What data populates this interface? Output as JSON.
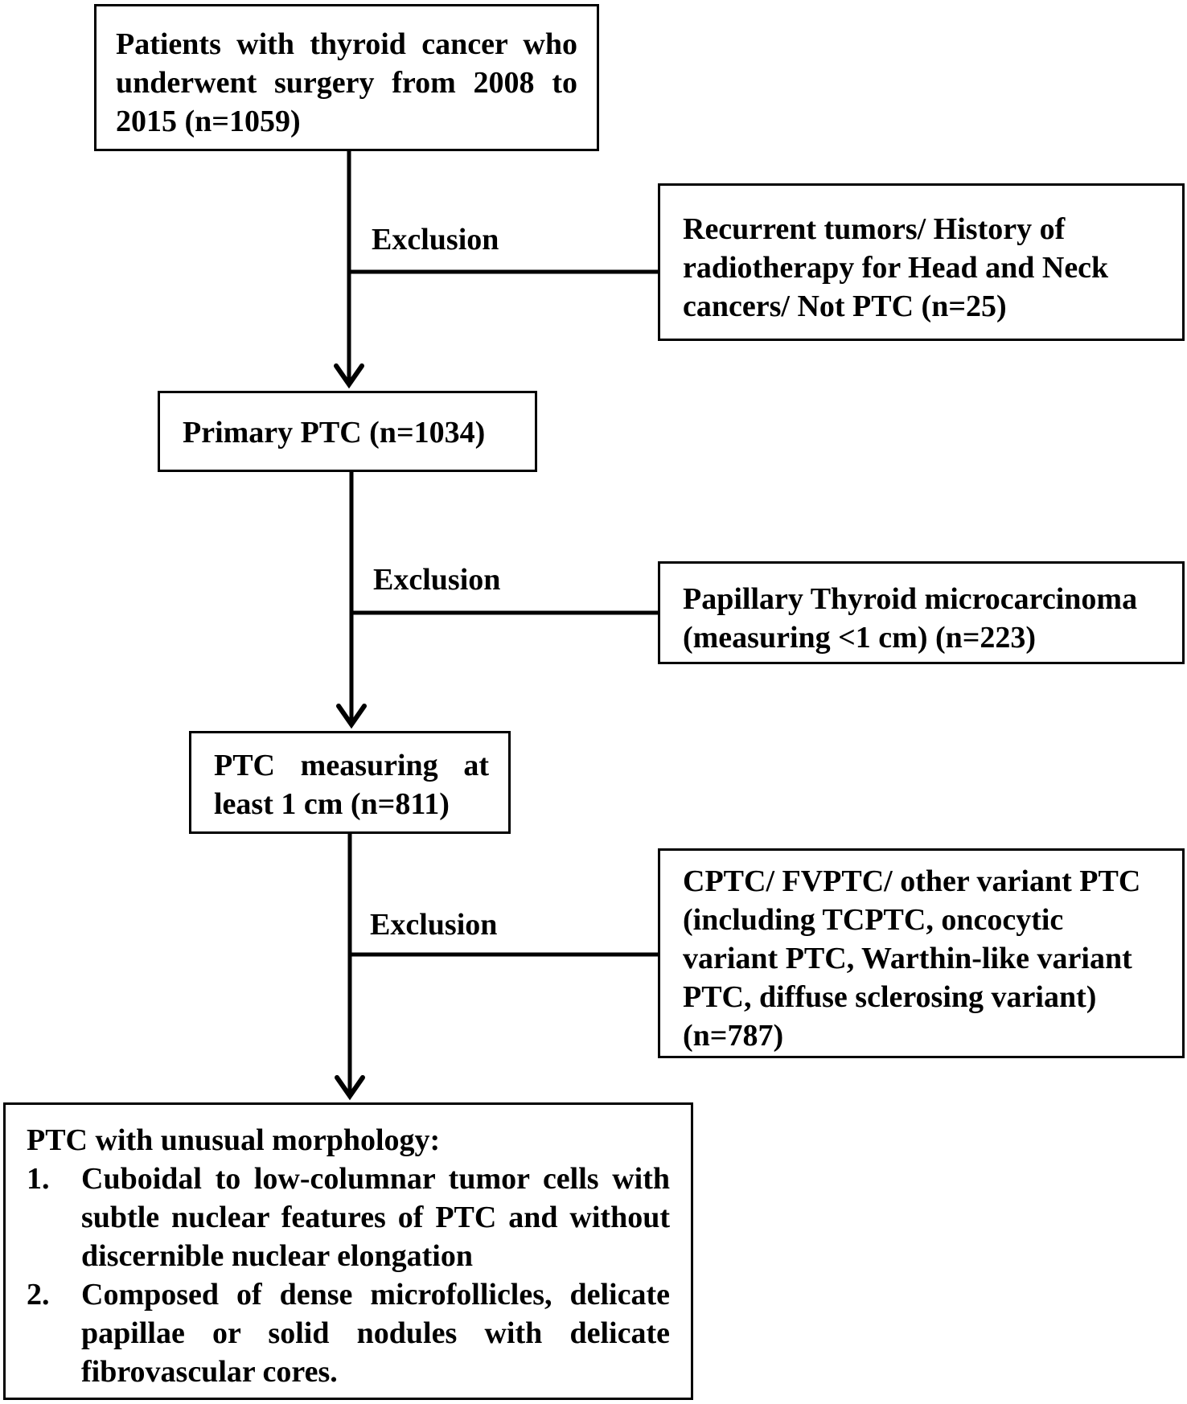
{
  "boxes": {
    "start": {
      "lines": [
        "Patients with thyroid cancer who",
        "underwent surgery from 2008 to",
        "2015 (n=1059)"
      ]
    },
    "excl1": {
      "lines": [
        "Recurrent tumors/ History of",
        "radiotherapy for Head and Neck",
        "cancers/ Not PTC (n=25)"
      ]
    },
    "primary": {
      "text": "Primary PTC (n=1034)"
    },
    "excl2": {
      "lines": [
        "Papillary Thyroid microcarcinoma",
        "(measuring <1 cm) (n=223)"
      ]
    },
    "ptc1cm": {
      "lines": [
        "PTC measuring at",
        "least 1 cm (n=811)"
      ]
    },
    "excl3": {
      "lines": [
        "CPTC/ FVPTC/ other variant PTC",
        "(including TCPTC, oncocytic",
        "variant PTC, Warthin-like variant",
        "PTC, diffuse sclerosing variant)",
        "(n=787)"
      ]
    },
    "final": {
      "title": "PTC with unusual morphology:",
      "items": [
        {
          "num": "1.",
          "text": "Cuboidal to low-columnar tumor cells with subtle nuclear features of PTC and without discernible nuclear elongation"
        },
        {
          "num": "2.",
          "text": "Composed of dense microfollicles, delicate papillae or solid nodules with delicate fibrovascular cores."
        }
      ]
    }
  },
  "labels": {
    "exclusion1": "Exclusion",
    "exclusion2": "Exclusion",
    "exclusion3": "Exclusion"
  }
}
